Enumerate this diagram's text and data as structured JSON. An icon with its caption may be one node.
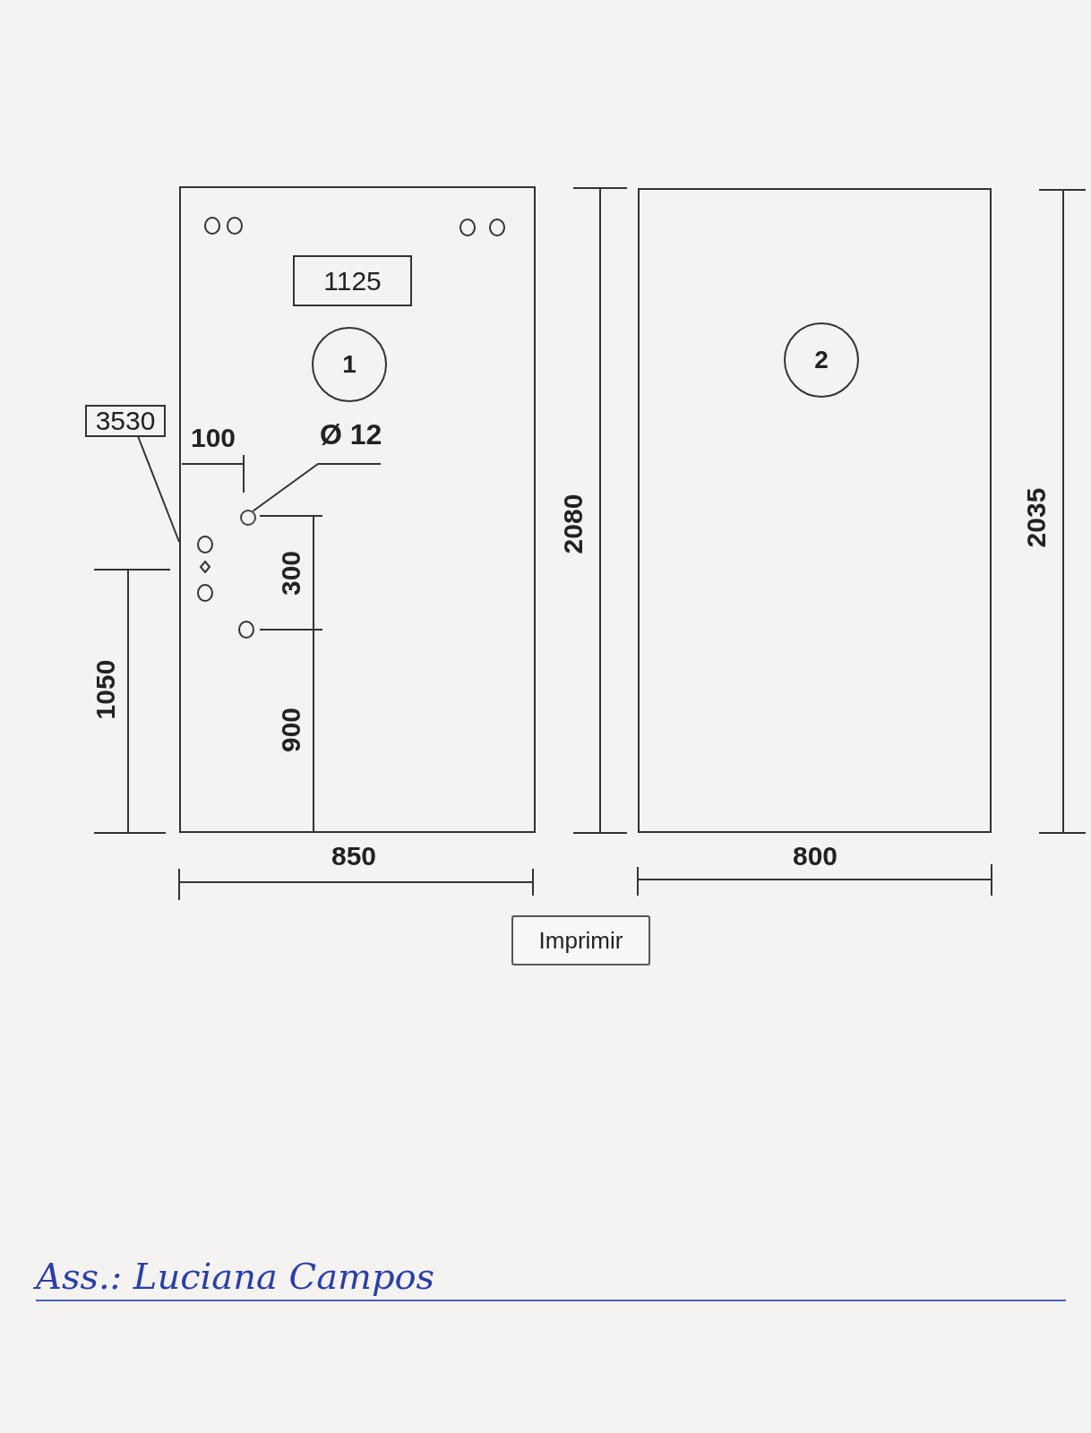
{
  "diagram": {
    "nodes": [
      {
        "text": [],
        "shape": "box"
      },
      {
        "text": [
          "1125"
        ],
        "in": 0
      },
      {
        "text": [
          "1"
        ],
        "in": 0
      },
      {
        "text": [],
        "shape": "box"
      },
      {
        "text": [
          "2"
        ],
        "in": 3
      },
      {
        "text": [
          "3530"
        ]
      },
      {
        "text": [
          "Ø 12"
        ],
        "in": 0
      },
      {
        "text": [],
        "shape": "circle",
        "in": 0
      },
      {
        "text": [
          "Imprimir"
        ]
      }
    ],
    "edges": [
      {
        "from": 5,
        "to": 0,
        "arrow": "none"
      },
      {
        "from": 6,
        "to": 7,
        "arrow": "none"
      }
    ],
    "labels": [
      "100",
      "300",
      "900",
      "1050",
      "2080",
      "2035",
      "850",
      "800",
      "Ass.: Luciana Campos"
    ]
  }
}
